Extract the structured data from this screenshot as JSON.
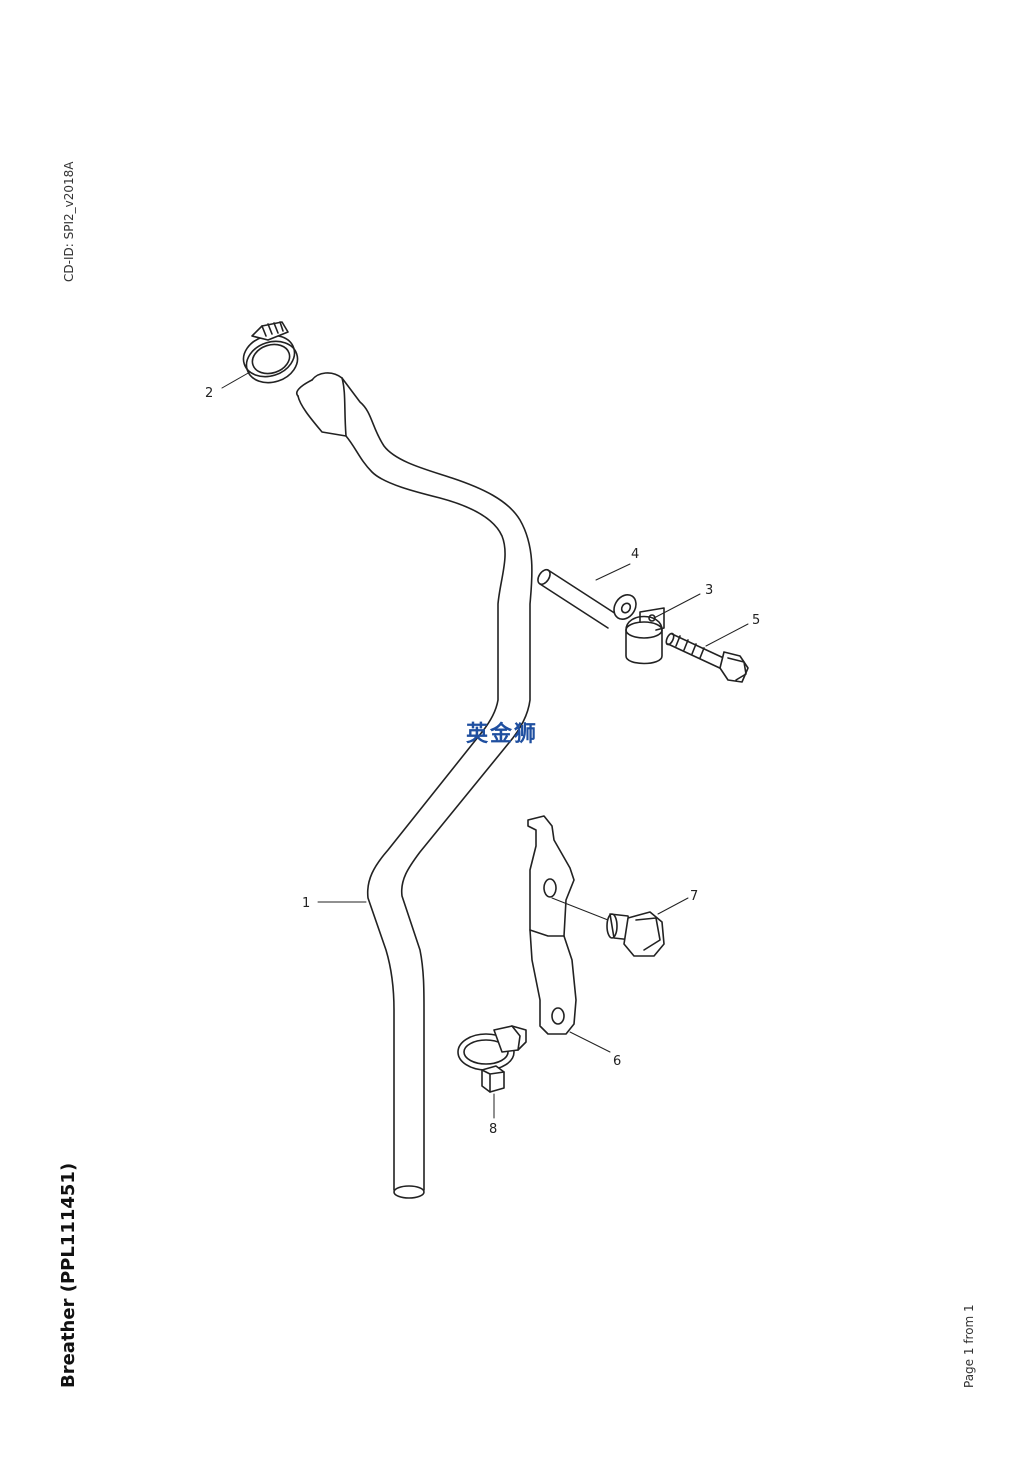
{
  "doc": {
    "cd_id": "CD-ID: SPI2_v2018A",
    "title": "Breather (PPL111451)",
    "page": "Page 1 from 1"
  },
  "watermark": "英金狮",
  "callouts": [
    "1",
    "2",
    "3",
    "4",
    "5",
    "6",
    "7",
    "8"
  ]
}
